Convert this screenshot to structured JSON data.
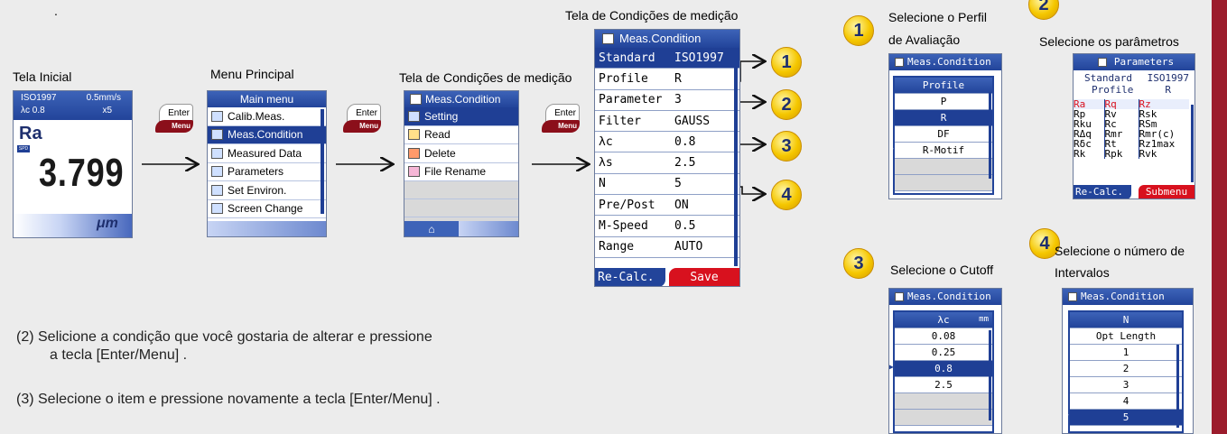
{
  "top_dot": ".",
  "captions": {
    "initial": "Tela Inicial",
    "main_menu": "Menu Principal",
    "cond_screen_1": "Tela de Condições de medição",
    "cond_screen_2": "Tela de Condições de medição"
  },
  "enter_key": {
    "top": "Enter",
    "bottom": "Menu"
  },
  "initial_screen": {
    "standard": "ISO1997",
    "speed": "0.5mm/s",
    "lambda_c": "λc 0.8",
    "magnification": "x5",
    "param": "Ra",
    "value": "3.799",
    "unit": "μm",
    "spd": "SPD"
  },
  "main_menu": {
    "title": "Main menu",
    "items": [
      "Calib.Meas.",
      "Meas.Condition",
      "Measured Data",
      "Parameters",
      "Set Environ.",
      "Screen Change"
    ],
    "selected_index": 1
  },
  "cond_menu": {
    "title": "Meas.Condition",
    "items": [
      "Setting",
      "Read",
      "Delete",
      "File Rename"
    ],
    "selected_index": 0,
    "home_icon": "home-icon"
  },
  "meas_condition": {
    "title": "Meas.Condition",
    "rows": [
      {
        "k": "Standard",
        "v": "ISO1997"
      },
      {
        "k": "Profile",
        "v": "R"
      },
      {
        "k": "Parameter",
        "v": "3"
      },
      {
        "k": "Filter",
        "v": "GAUSS"
      },
      {
        "k": "λc",
        "v": "0.8"
      },
      {
        "k": "λs",
        "v": "2.5"
      },
      {
        "k": "N",
        "v": "5"
      },
      {
        "k": "Pre/Post",
        "v": "ON"
      },
      {
        "k": "M-Speed",
        "v": "0.5"
      },
      {
        "k": "Range",
        "v": "AUTO"
      }
    ],
    "recalc": "Re-Calc.",
    "save": "Save"
  },
  "badges": [
    "1",
    "2",
    "3",
    "4"
  ],
  "panel1": {
    "label_line1": "Selecione o Perfil",
    "label_line2": "de Avaliação",
    "title": "Meas.Condition",
    "header": "Profile",
    "items": [
      "P",
      "R",
      "DF",
      "R-Motif"
    ],
    "selected_index": 1
  },
  "panel2": {
    "label": "Selecione os parâmetros",
    "title": "Parameters",
    "standard_label": "Standard",
    "standard_value": "ISO1997",
    "profile_label": "Profile",
    "profile_value": "R",
    "grid": [
      [
        "Ra",
        "Rq",
        "Rz"
      ],
      [
        "Rp",
        "Rv",
        "Rsk"
      ],
      [
        "Rku",
        "Rc",
        "RSm"
      ],
      [
        "RΔq",
        "Rmr",
        "Rmr(c)"
      ],
      [
        "Rδc",
        "Rt",
        "Rz1max"
      ],
      [
        "Rk",
        "Rpk",
        "Rvk"
      ]
    ],
    "recalc": "Re-Calc.",
    "submenu": "Submenu"
  },
  "panel3": {
    "label": "Selecione o Cutoff",
    "title": "Meas.Condition",
    "header": "λc",
    "unit": "mm",
    "items": [
      "0.08",
      "0.25",
      "0.8",
      "2.5"
    ],
    "selected_index": 2
  },
  "panel4": {
    "label_line1": "Selecione o número de",
    "label_line2": "Intervalos",
    "title": "Meas.Condition",
    "header": "N",
    "items": [
      "Opt Length",
      "1",
      "2",
      "3",
      "4",
      "5"
    ],
    "selected_index": 5
  },
  "steps": {
    "step2_line1": "(2)  Selicione a condição que você gostaria de alterar e pressione",
    "step2_line2": "a tecla [Enter/Menu] .",
    "step3": "(3)  Selecione o item e pressione novamente a tecla   [Enter/Menu] ."
  },
  "colors": {
    "accent_blue": "#1f3f95",
    "save_red": "#d8111e",
    "badge_yellow": "#f5c700",
    "right_border": "#9b1c2c"
  }
}
